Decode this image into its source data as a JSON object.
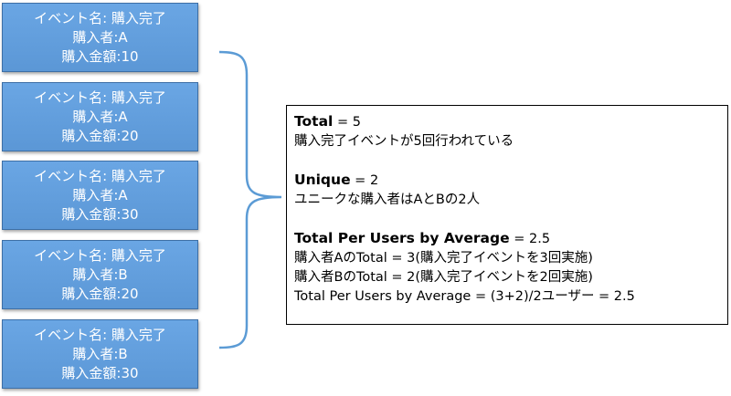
{
  "events": [
    {
      "name": "イベント名: 購入完了",
      "buyer": "購入者:A",
      "amount": "購入金額:10"
    },
    {
      "name": "イベント名: 購入完了",
      "buyer": "購入者:A",
      "amount": "購入金額:20"
    },
    {
      "name": "イベント名: 購入完了",
      "buyer": "購入者:A",
      "amount": "購入金額:30"
    },
    {
      "name": "イベント名: 購入完了",
      "buyer": "購入者:B",
      "amount": "購入金額:20"
    },
    {
      "name": "イベント名: 購入完了",
      "buyer": "購入者:B",
      "amount": "購入金額:30"
    }
  ],
  "colors": {
    "box_fill": "#5b9bd5",
    "box_border": "#3d6fa6",
    "brace": "#5b9bd5"
  },
  "summary": {
    "total_label": "Total",
    "total_value": " = 5",
    "total_desc": "購入完了イベントが5回行われている",
    "unique_label": "Unique",
    "unique_value": " = 2",
    "unique_desc": "ユニークな購入者はAとBの2人",
    "avg_label": "Total Per Users by Average",
    "avg_value": " = 2.5",
    "avg_line1": "購入者AのTotal = 3(購入完了イベントを3回実施)",
    "avg_line2": "購入者BのTotal = 2(購入完了イベントを2回実施)",
    "avg_line3": "Total Per Users by Average = (3+2)/2ユーザー = 2.5"
  }
}
